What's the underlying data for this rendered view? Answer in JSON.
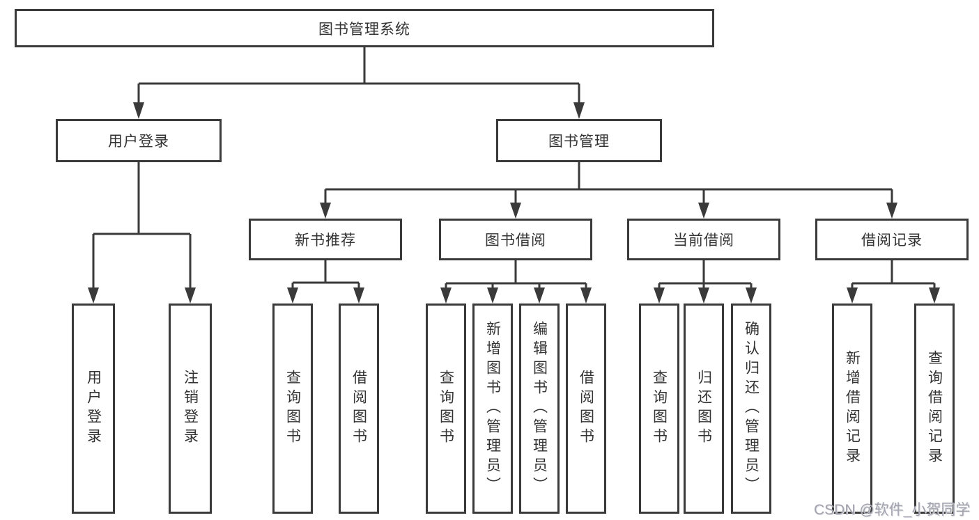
{
  "tree": {
    "root": {
      "label": "图书管理系统"
    },
    "branches": [
      {
        "label": "用户登录",
        "children": [
          {
            "label": "用户登录"
          },
          {
            "label": "注销登录"
          }
        ]
      },
      {
        "label": "图书管理",
        "children": [
          {
            "label": "新书推荐",
            "children": [
              {
                "label": "查询图书"
              },
              {
                "label": "借阅图书"
              }
            ]
          },
          {
            "label": "图书借阅",
            "children": [
              {
                "label": "查询图书"
              },
              {
                "label": "新增图书（管理员）"
              },
              {
                "label": "编辑图书（管理员）"
              },
              {
                "label": "借阅图书"
              }
            ]
          },
          {
            "label": "当前借阅",
            "children": [
              {
                "label": "查询图书"
              },
              {
                "label": "归还图书"
              },
              {
                "label": "确认归还（管理员）"
              }
            ]
          },
          {
            "label": "借阅记录",
            "children": [
              {
                "label": "新增借阅记录"
              },
              {
                "label": "查询借阅记录"
              }
            ]
          }
        ]
      }
    ]
  },
  "watermark": {
    "text": "CSDN @软件_小贺同学"
  },
  "colors": {
    "line": "#3a3a3a",
    "box_border": "#3a3a3a",
    "text": "#333333",
    "background": "#ffffff",
    "watermark": "#a3a3ae"
  }
}
